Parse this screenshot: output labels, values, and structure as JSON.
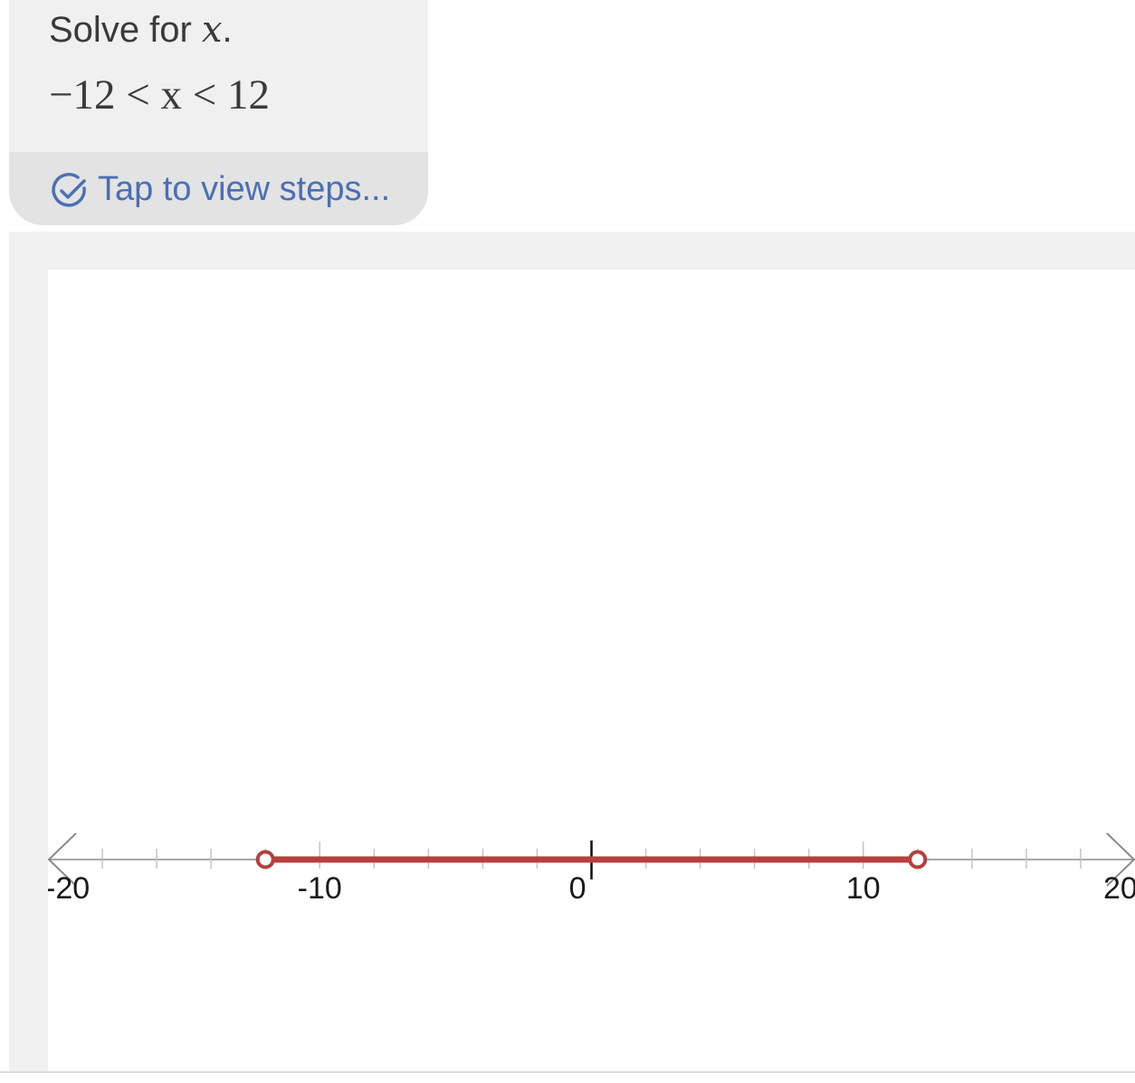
{
  "answer": {
    "prompt_prefix": "Solve for ",
    "prompt_variable": "x",
    "prompt_suffix": ".",
    "result": "−12 < x < 12",
    "steps_link": "Tap to view steps..."
  },
  "colors": {
    "accent": "#4a6fb5",
    "interval": "#b5403c",
    "card_background": "#f0f0f0",
    "steps_background": "#e3e3e3"
  },
  "icons": {
    "steps": "check-circle-icon"
  },
  "chart_data": {
    "type": "number-line",
    "xlim": [
      -20,
      20
    ],
    "major_tick_step": 10,
    "minor_tick_step": 2,
    "tick_labels": [
      {
        "value": -20,
        "label": "-20"
      },
      {
        "value": -10,
        "label": "-10"
      },
      {
        "value": 0,
        "label": "0"
      },
      {
        "value": 10,
        "label": "10"
      },
      {
        "value": 20,
        "label": "20"
      }
    ],
    "interval": {
      "from": -12,
      "to": 12,
      "left_endpoint": "open",
      "right_endpoint": "open"
    },
    "arrows": [
      "left",
      "right"
    ]
  }
}
